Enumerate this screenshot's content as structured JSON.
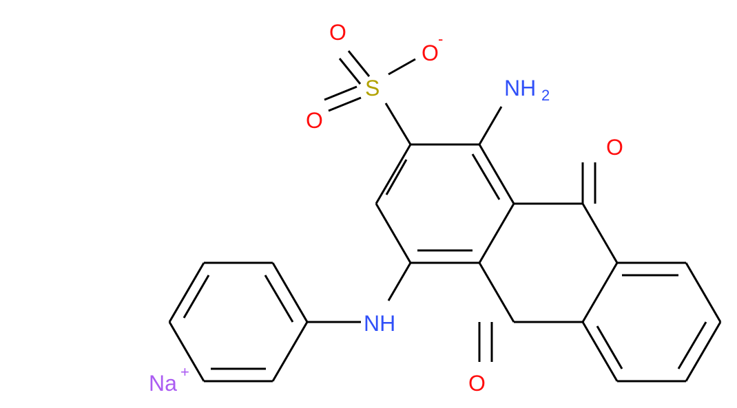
{
  "molecule": {
    "labels": {
      "o_minus": "O",
      "o_minus_charge": "-",
      "sulfur": "S",
      "o_sulfonyl_top": "O",
      "o_sulfonyl_bottom": "O",
      "amino_n": "NH",
      "amino_subscript": "2",
      "keto_o_top": "O",
      "keto_o_bottom": "O",
      "anilino_n": "NH",
      "sodium": "Na",
      "sodium_charge": "+"
    },
    "colors": {
      "bond": "#000000",
      "oxygen": "#ff0d0d",
      "nitrogen": "#3050f8",
      "sulfur": "#b2a200",
      "sodium": "#ab5cf2"
    }
  }
}
